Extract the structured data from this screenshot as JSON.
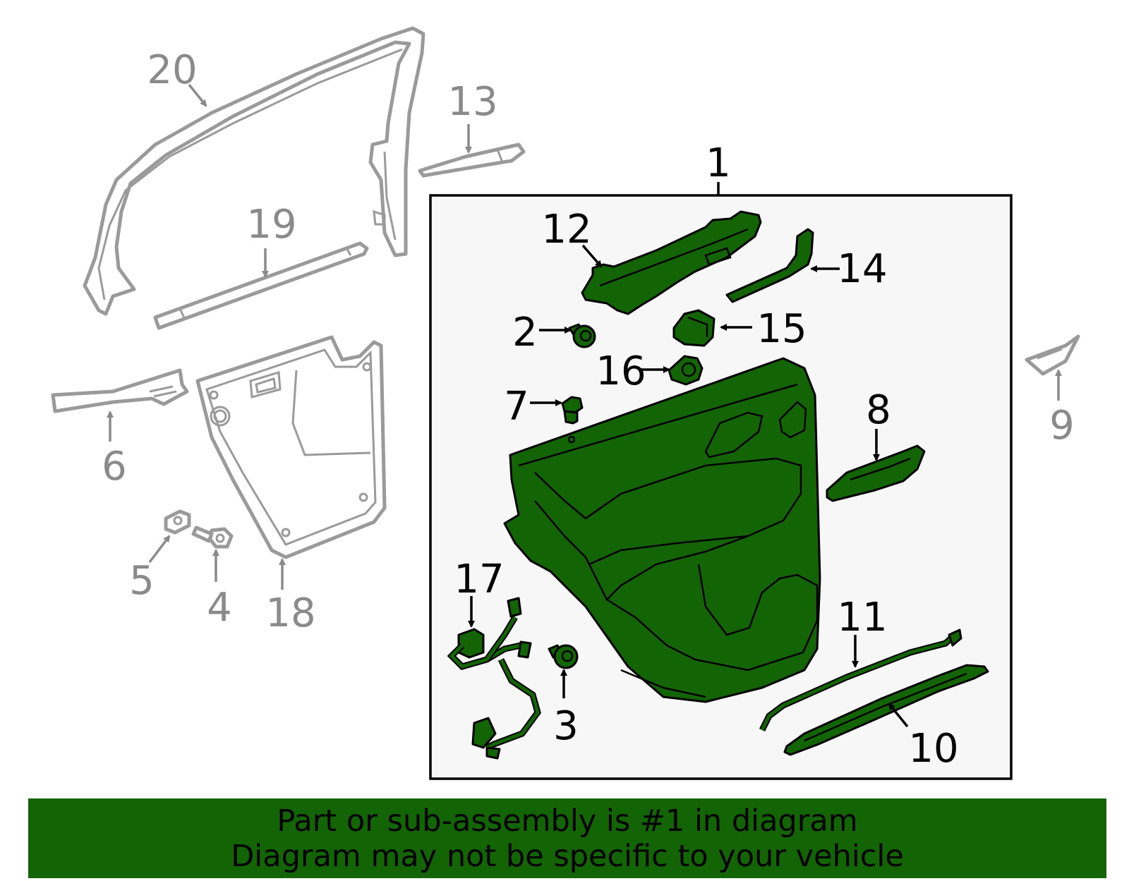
{
  "callouts": {
    "c1": "1",
    "c2": "2",
    "c3": "3",
    "c4": "4",
    "c5": "5",
    "c6": "6",
    "c7": "7",
    "c8": "8",
    "c9": "9",
    "c10": "10",
    "c11": "11",
    "c12": "12",
    "c13": "13",
    "c14": "14",
    "c15": "15",
    "c16": "16",
    "c17": "17",
    "c18": "18",
    "c19": "19",
    "c20": "20"
  },
  "banner": {
    "line1": "Part or sub-assembly is #1 in diagram",
    "line2": "Diagram may not be specific to your vehicle"
  },
  "colors": {
    "highlight": "#136405",
    "inactive": "#9a9a9a",
    "box_bg": "#f7f7f7"
  }
}
